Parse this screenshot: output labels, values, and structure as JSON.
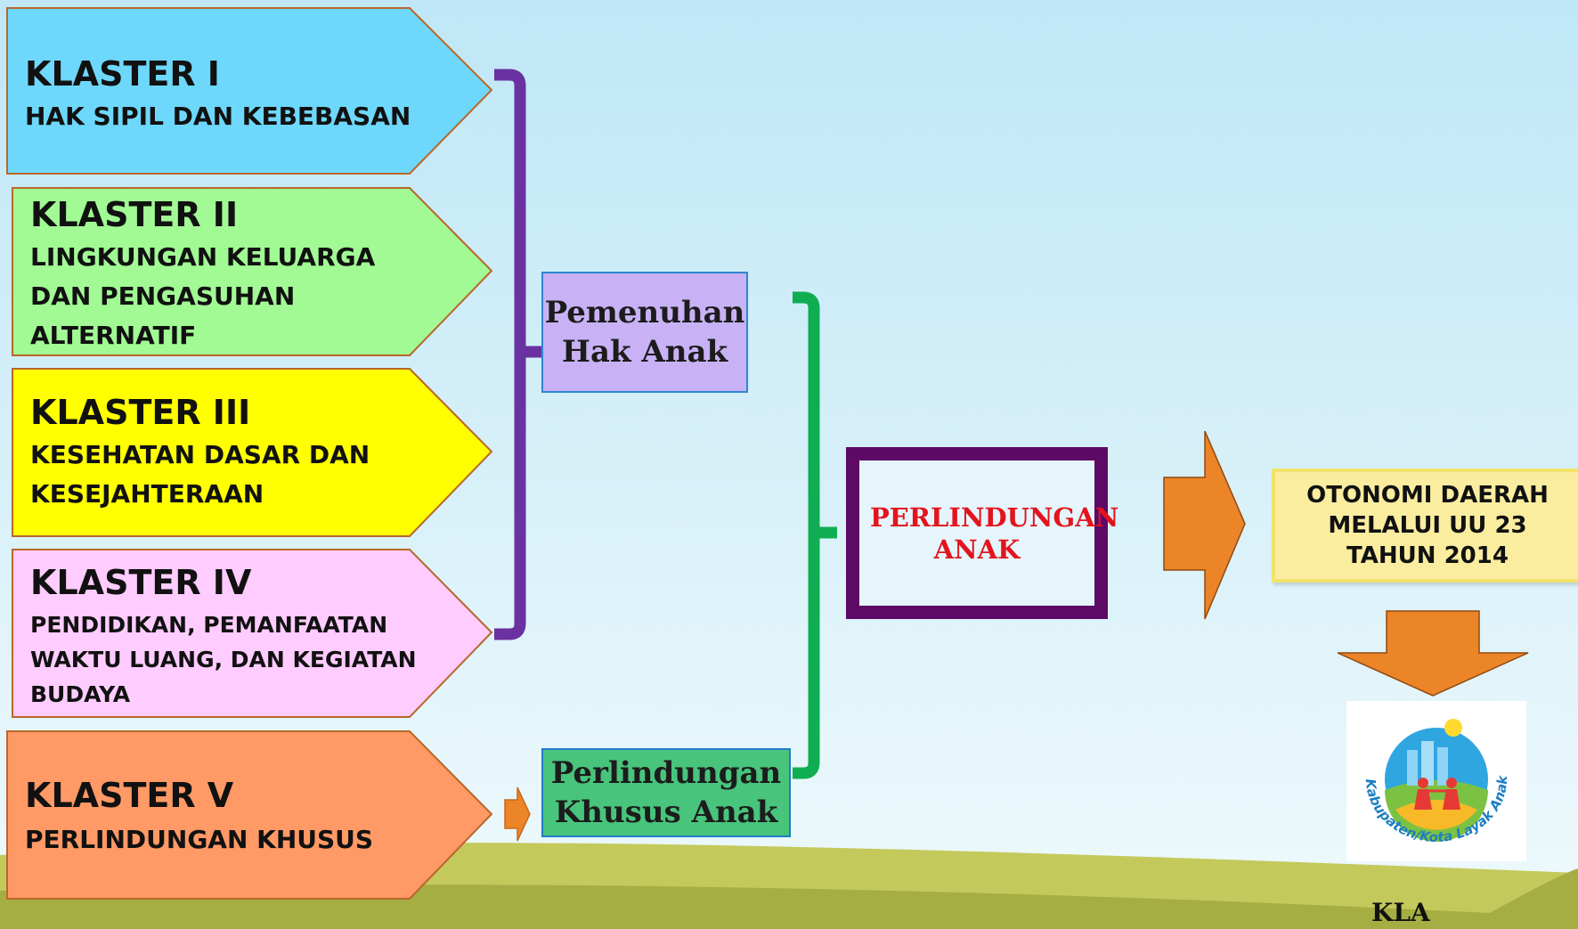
{
  "clusters": [
    {
      "title": "KLASTER I",
      "subtitle": "HAK SIPIL DAN KEBEBASAN",
      "fill": "#6dd8fb"
    },
    {
      "title": "KLASTER II",
      "subtitle": "LINGKUNGAN KELUARGA DAN PENGASUHAN ALTERNATIF",
      "fill": "#a1fa94"
    },
    {
      "title": "KLASTER III",
      "subtitle": "KESEHATAN DASAR DAN KESEJAHTERAAN",
      "fill": "#ffff00"
    },
    {
      "title": "KLASTER IV",
      "subtitle": "PENDIDIKAN, PEMANFAATAN WAKTU LUANG, DAN KEGIATAN BUDAYA",
      "fill": "#ffccff"
    },
    {
      "title": "KLASTER V",
      "subtitle": "PERLINDUNGAN KHUSUS",
      "fill": "#ff9966"
    }
  ],
  "pemenuhan_hak_anak": "Pemenuhan Hak Anak",
  "perlindungan_khusus_anak": "Perlindungan Khusus Anak",
  "perlindungan_anak": "PERLINDUNGAN ANAK",
  "otonomi": "OTONOMI DAERAH MELALUI UU 23 TAHUN 2014",
  "logo": {
    "icon": "kabupaten-kota-layak-anak-logo",
    "text": "Kabupaten/Kota Layak Anak"
  },
  "kla_label": "KLA",
  "colors": {
    "outline": "#b8672a",
    "purple_bracket": "#6a32a0",
    "green_bracket": "#0fae52",
    "arrow": "#ec8428",
    "frame": "#5c0a66"
  }
}
